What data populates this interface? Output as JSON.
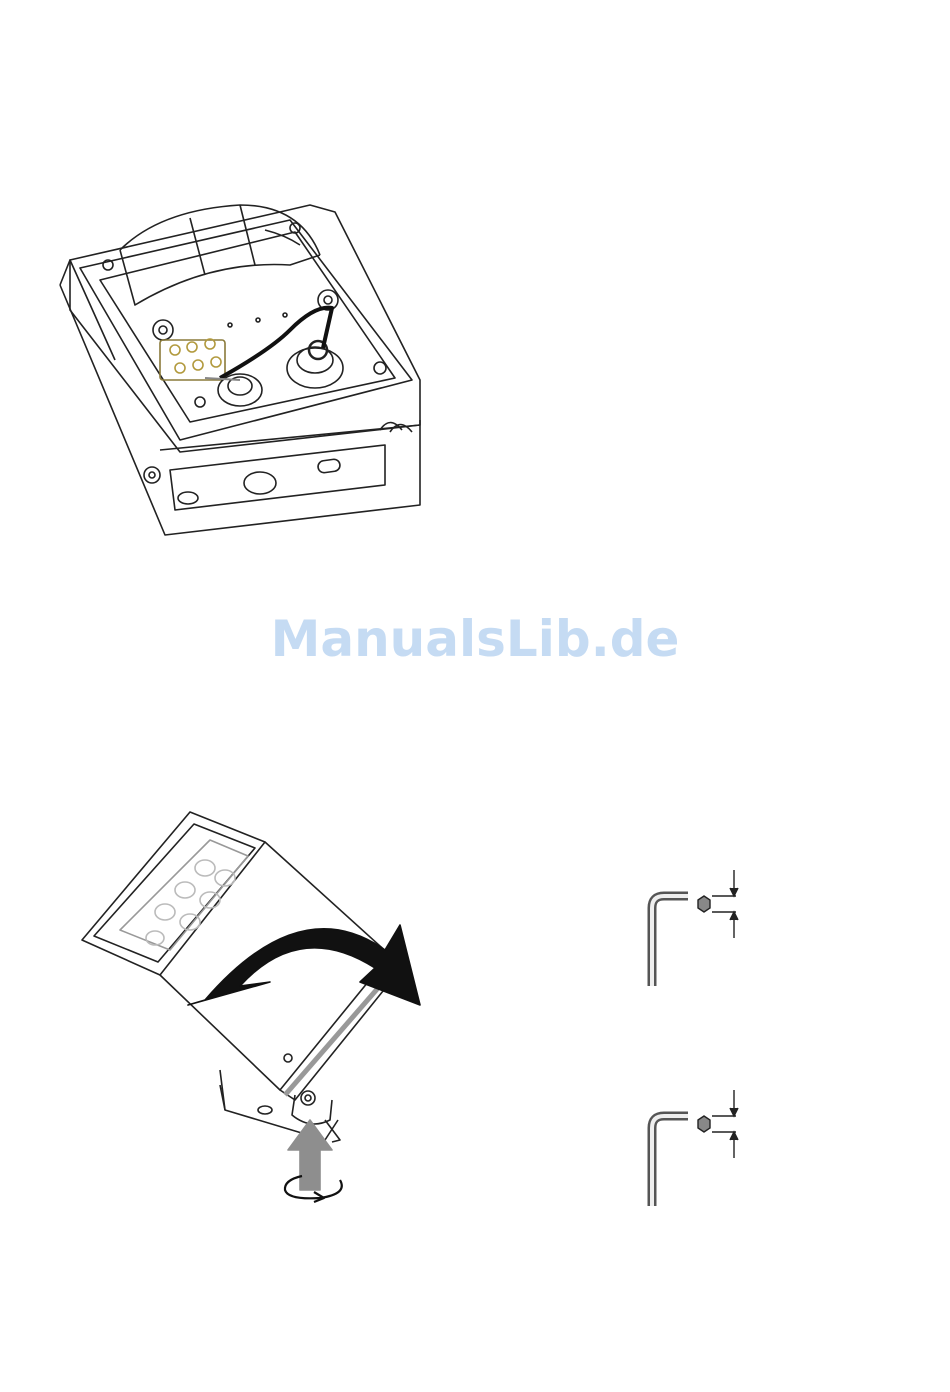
{
  "watermark": {
    "text": "ManualsLib.de"
  },
  "figures": {
    "junction_box": {
      "icon": "junction-box-wiring-illustration"
    },
    "tilt_adjust": {
      "icon": "fixture-tilt-rotation-illustration"
    },
    "hex_key_top": {
      "icon": "hex-key-illustration"
    },
    "hex_key_bottom": {
      "icon": "hex-key-illustration"
    }
  },
  "colors": {
    "line": "#222222",
    "arrow_gray": "#8e8e8e",
    "watermark": "#c5dbf3"
  }
}
